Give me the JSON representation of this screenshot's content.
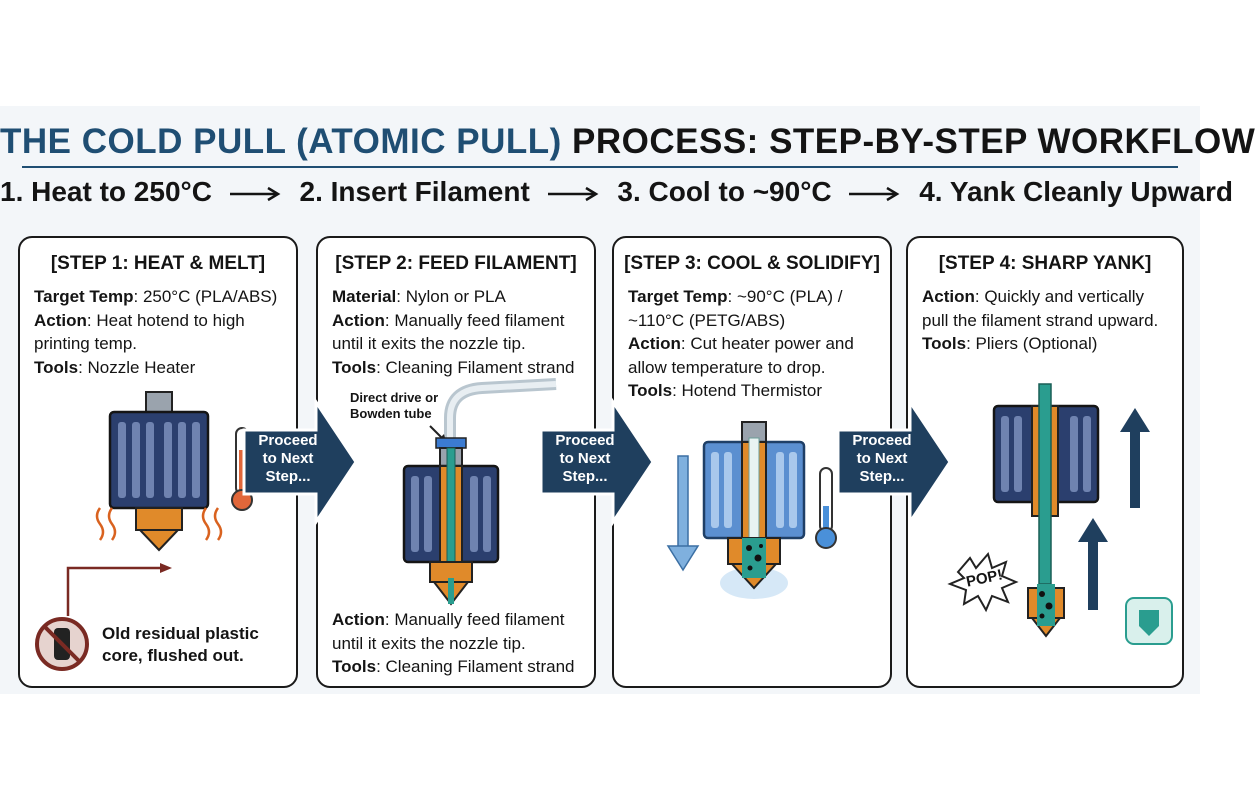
{
  "header": {
    "title_part1": "THE COLD PULL (ATOMIC PULL)",
    "title_part2": "PROCESS: STEP-BY-STEP WORKFLOW",
    "flow": [
      "1. Heat to 250°C",
      "2. Insert Filament",
      "3. Cool to ~90°C",
      "4. Yank Cleanly Upward"
    ]
  },
  "steps": [
    {
      "title": "[STEP 1: HEAT & MELT]",
      "lines": [
        {
          "label": "Target Temp",
          "value": ": 250°C (PLA/ABS)"
        },
        {
          "label": "Action",
          "value": ": Heat hotend to high"
        },
        {
          "label": "",
          "value": "printing temp."
        },
        {
          "label": "Tools",
          "value": ": Nozzle Heater"
        }
      ],
      "residual_note": [
        "Old residual plastic",
        "core, flushed out."
      ]
    },
    {
      "title": "[STEP 2: FEED FILAMENT]",
      "lines": [
        {
          "label": "Material",
          "value": ": Nylon or PLA"
        },
        {
          "label": "Action",
          "value": ": Manually feed filament"
        },
        {
          "label": "",
          "value": "until it exits the nozzle tip."
        },
        {
          "label": "Tools",
          "value": ": Cleaning Filament strand"
        }
      ],
      "tube_note": [
        "Direct drive or",
        "Bowden tube"
      ],
      "bottom_lines": [
        {
          "label": "Action",
          "value": ": Manually feed filament"
        },
        {
          "label": "",
          "value": "until it exits the nozzle tip."
        },
        {
          "label": "Tools",
          "value": ": Cleaning Filament strand"
        }
      ]
    },
    {
      "title": "[STEP 3: COOL & SOLIDIFY]",
      "lines": [
        {
          "label": "Target Temp",
          "value": ": ~90°C (PLA) /"
        },
        {
          "label": "",
          "value": "~110°C (PETG/ABS)"
        },
        {
          "label": "Action",
          "value": ": Cut heater power and"
        },
        {
          "label": "",
          "value": "allow temperature to drop."
        },
        {
          "label": "Tools",
          "value": ": Hotend Thermistor"
        }
      ]
    },
    {
      "title": "[STEP 4: SHARP YANK]",
      "lines": [
        {
          "label": "Action",
          "value": ": Quickly and vertically"
        },
        {
          "label": "",
          "value": "pull the filament strand upward."
        },
        {
          "label": "Tools",
          "value": ": Pliers (Optional)"
        }
      ],
      "pop_text": "POP!"
    }
  ],
  "proceed_label": [
    "Proceed",
    "to Next",
    "Step..."
  ],
  "colors": {
    "navy": "#1f4e73",
    "heatsink": "#2b3f6e",
    "nozzle_orange": "#e08a2a",
    "heat_red": "#c0392b",
    "filament_teal": "#2a9d8f",
    "cool_blue": "#5b9bd5"
  },
  "icons": [
    "thermometer-hot-icon",
    "thermometer-cold-icon",
    "heat-wave-icon",
    "no-residue-icon",
    "up-arrow-icon",
    "pop-burst-icon",
    "nozzle-shield-icon"
  ]
}
